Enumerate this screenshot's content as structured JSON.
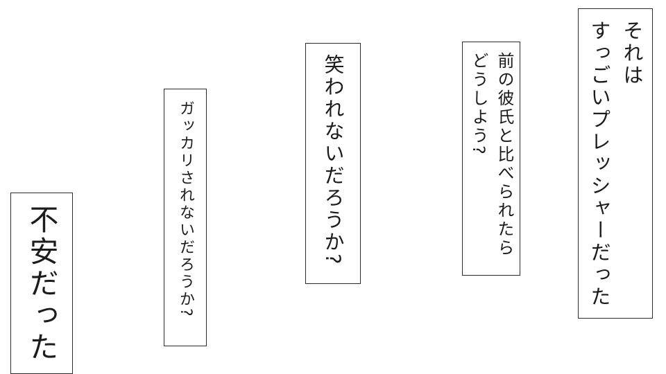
{
  "page": {
    "background_color": "#ffffff",
    "text_color": "#1c1c1c",
    "border_color": "#2a2a2a"
  },
  "boxes": [
    {
      "name": "pressure",
      "text": "それは\nすっごいプレッシャーだった"
    },
    {
      "name": "ex-boyfriend",
      "text": "前の彼氏と比べられたら\nどうしよう?"
    },
    {
      "name": "laughed-at",
      "text": "笑われないだろうか?"
    },
    {
      "name": "disappointed",
      "text": "ガッカリされないだろうか?"
    },
    {
      "name": "anxious",
      "text": "不安だった"
    }
  ]
}
